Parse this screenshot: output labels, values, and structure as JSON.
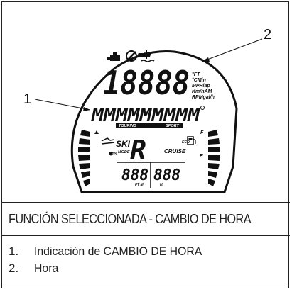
{
  "figure": {
    "callouts": {
      "one": "1",
      "two": "2"
    },
    "display": {
      "main_digits": "18888",
      "alpha_row": "MMMMMMMMM",
      "units": [
        "°FT",
        "°CMin",
        "MPHlap",
        "Km/hAM",
        "RPMgal/h"
      ],
      "touring": "TOURING",
      "sport": "SPORT",
      "ski": "SKI",
      "mode": "MODE",
      "vts": "VTS",
      "cruise": "CRUISE",
      "eco": "ECO",
      "gear": "R",
      "f_label": "F",
      "e_label": "E",
      "left_digits": "888",
      "right_digits": "888",
      "left_unit": "FT M",
      "right_unit": "Hr"
    }
  },
  "caption": "FUNCIÓN SELECCIONADA - CAMBIO DE HORA",
  "legend": [
    {
      "num": "1.",
      "text": "Indicación de CAMBIO DE HORA"
    },
    {
      "num": "2.",
      "text": "Hora"
    }
  ]
}
